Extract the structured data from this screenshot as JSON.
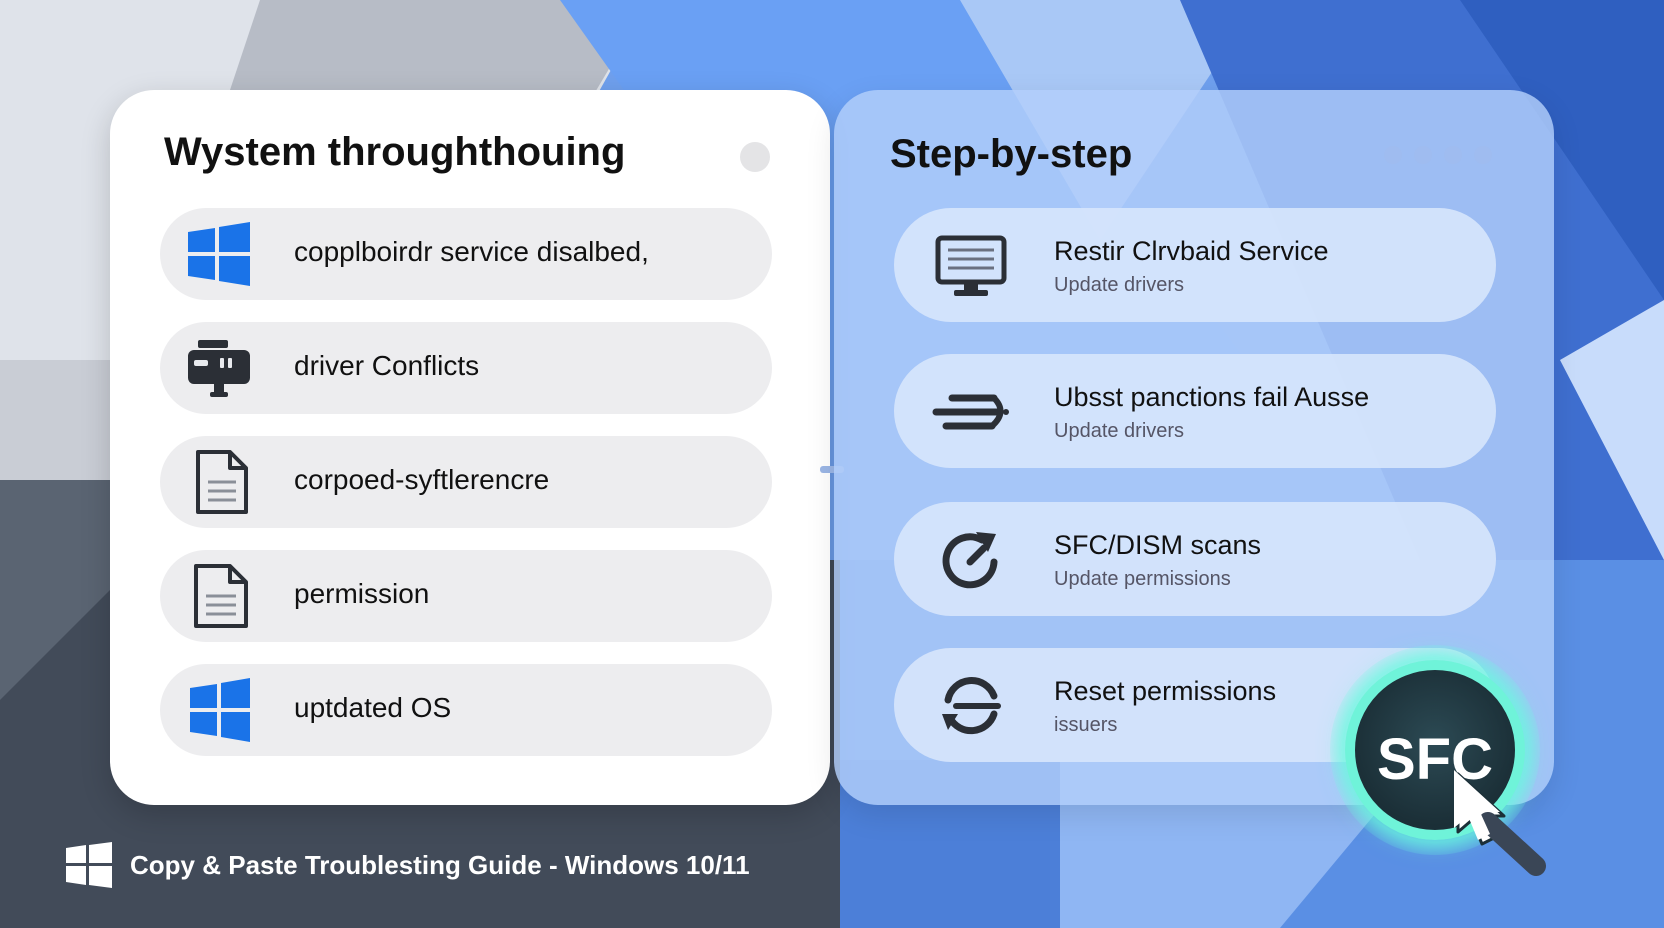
{
  "left_panel": {
    "title": "Wystem throughthouing",
    "items": [
      {
        "label": "copplboirdr service disalbed,",
        "icon": "windows-logo-icon"
      },
      {
        "label": "driver Conflicts",
        "icon": "hardware-device-icon"
      },
      {
        "label": "corpoed-syftlerencre",
        "icon": "document-icon"
      },
      {
        "label": "permission",
        "icon": "document-icon"
      },
      {
        "label": "uptdated OS",
        "icon": "windows-logo-icon"
      }
    ]
  },
  "right_panel": {
    "title": "Step-by-step",
    "steps": [
      {
        "title": "Restir Clrvbaid Service",
        "subtitle": "Update drivers",
        "icon": "monitor-icon"
      },
      {
        "title": "Ubsst panctions fail Ausse",
        "subtitle": "Update drivers",
        "icon": "speed-lines-icon"
      },
      {
        "title": "SFC/DISM scans",
        "subtitle": "Update permissions",
        "icon": "refresh-icon"
      },
      {
        "title": "Reset permissions",
        "subtitle": "issuers",
        "icon": "reset-arrows-icon"
      }
    ]
  },
  "badge": {
    "label": "SFC",
    "icon": "pointer-cursor-icon"
  },
  "footer": {
    "text": "Copy & Paste Troublesting Guide - Windows 10/11",
    "icon": "windows-logo-icon"
  },
  "colors": {
    "accent_blue": "#1a73e8",
    "glow_teal": "#6ff3d9",
    "badge_dark": "#1b2f37",
    "footer_bg": "#3a4656"
  }
}
